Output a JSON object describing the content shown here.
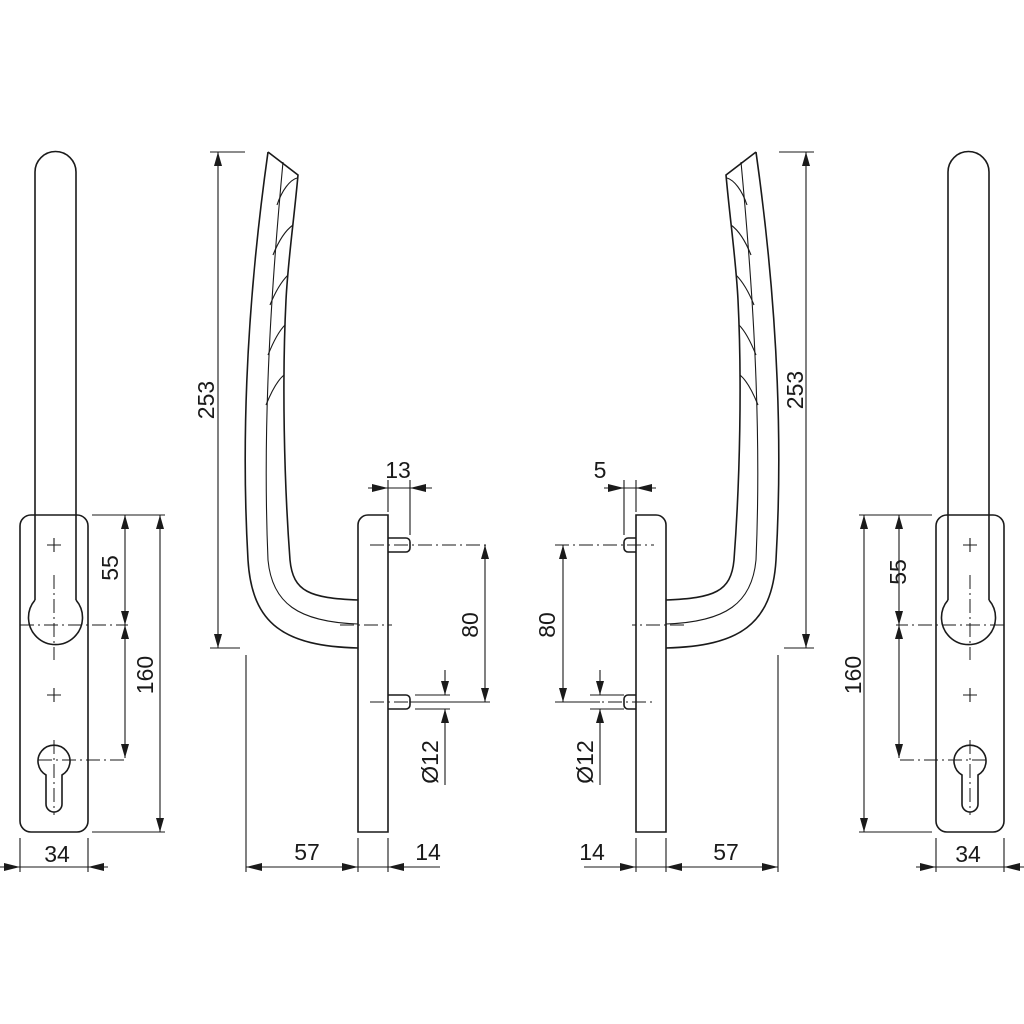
{
  "dimensions": {
    "left": {
      "height_handle": "253",
      "pin_offset": "13",
      "pin_spacing": "80",
      "pin_diameter": "Ø12",
      "projection": "57",
      "plate_depth": "14",
      "upper_offset": "55",
      "plate_length": "160",
      "plate_width": "34"
    },
    "right": {
      "height_handle": "253",
      "pin_offset": "5",
      "pin_spacing": "80",
      "pin_diameter": "Ø12",
      "projection": "57",
      "plate_depth": "14",
      "upper_offset": "55",
      "plate_length": "160",
      "plate_width": "34"
    }
  },
  "colors": {
    "line": "#1a1a1a",
    "background": "#ffffff"
  }
}
